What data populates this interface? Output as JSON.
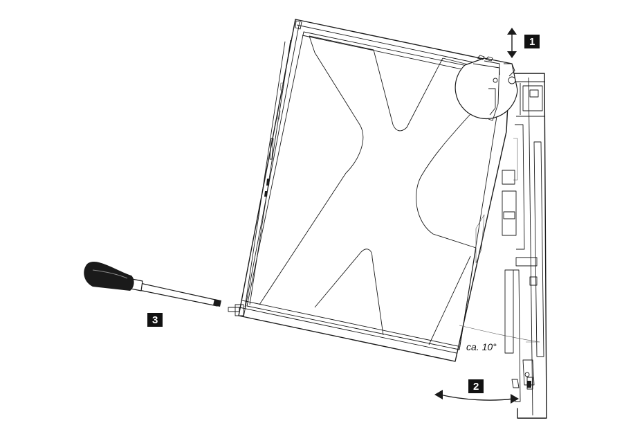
{
  "steps": {
    "step1": "1",
    "step2": "2",
    "step3": "3"
  },
  "angle_label": "ca. 10°",
  "icons": {
    "lift_arrow": "double-vertical-arrow-icon",
    "swing_arrow": "curved-double-arrow-icon",
    "tool": "screwdriver-icon"
  },
  "colors": {
    "line": "#1a1a1a",
    "badge_bg": "#111111",
    "badge_text": "#ffffff",
    "background": "#ffffff"
  }
}
